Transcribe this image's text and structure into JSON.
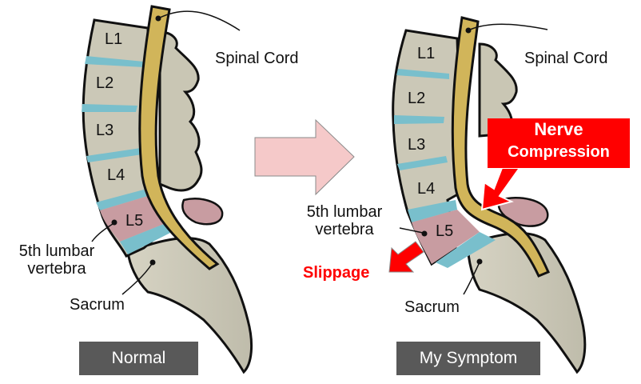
{
  "panels": [
    {
      "id": "normal",
      "caption": "Normal",
      "spinal_cord_label": "Spinal Cord",
      "vertebrae": [
        "L1",
        "L2",
        "L3",
        "L4",
        "L5"
      ],
      "l5_label": "5th lumbar vertebra",
      "l5_label_lines": [
        "5th lumbar",
        "vertebra"
      ],
      "sacrum_label": "Sacrum"
    },
    {
      "id": "symptom",
      "caption": "My Symptom",
      "spinal_cord_label": "Spinal Cord",
      "vertebrae": [
        "L1",
        "L2",
        "L3",
        "L4",
        "L5"
      ],
      "l5_label": "5th lumbar vertebra",
      "l5_label_lines": [
        "5th lumbar",
        "vertebra"
      ],
      "sacrum_label": "Sacrum",
      "callout": {
        "lines": [
          "Nerve",
          "Compression"
        ]
      },
      "slippage_label": "Slippage"
    }
  ],
  "transition_arrow": "right-arrow",
  "colors": {
    "bone": "#cbc8b7",
    "disc": "#79bfcc",
    "spinal_cord": "#d1b55a",
    "l5_highlight": "#cb9aa0",
    "arrow_fill": "#f5c9c9",
    "callout_red": "#ff0000",
    "caption_bg": "#595959"
  }
}
